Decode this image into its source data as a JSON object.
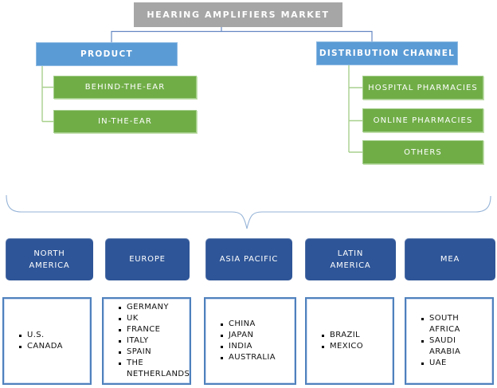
{
  "diagram": {
    "title": "HEARING AMPLIFIERS MARKET"
  },
  "branches": [
    {
      "label": "PRODUCT",
      "children": [
        "BEHIND-THE-EAR",
        "IN-THE-EAR"
      ]
    },
    {
      "label": "DISTRIBUTION CHANNEL",
      "children": [
        "HOSPITAL PHARMACIES",
        "ONLINE PHARMACIES",
        "OTHERS"
      ]
    }
  ],
  "regions": [
    {
      "label": "NORTH\nAMERICA",
      "countries": [
        "U.S.",
        "CANADA"
      ]
    },
    {
      "label": "EUROPE",
      "countries": [
        "GERMANY",
        "UK",
        "FRANCE",
        "ITALY",
        "SPAIN",
        "THE NETHERLANDS"
      ]
    },
    {
      "label": "ASIA PACIFIC",
      "countries": [
        "CHINA",
        "JAPAN",
        "INDIA",
        "AUSTRALIA"
      ]
    },
    {
      "label": "LATIN\nAMERICA",
      "countries": [
        "BRAZIL",
        "MEXICO"
      ]
    },
    {
      "label": "MEA",
      "countries": [
        "SOUTH AFRICA",
        "SAUDI ARABIA",
        "UAE"
      ]
    }
  ],
  "colors": {
    "root_box": "#a6a6a6",
    "branch_box": "#5b9bd5",
    "leaf_box": "#70ad47",
    "region_box": "#2e5597",
    "list_border": "#4f81bd",
    "connector_blue": "#6688c3",
    "connector_green": "#a8d08d",
    "brace": "#95b3d7",
    "text_light": "#ffffff",
    "text_dark": "#111111"
  }
}
